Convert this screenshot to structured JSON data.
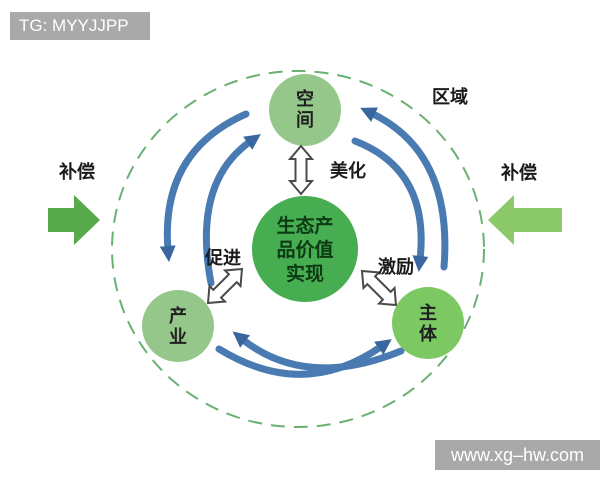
{
  "watermarks": {
    "top_left": "TG: MYYJJPP",
    "bottom_right": "www.xg–hw.com"
  },
  "diagram": {
    "title_center": {
      "label": "生态产品价值实现"
    },
    "nodes": [
      {
        "id": "space",
        "label": "空间"
      },
      {
        "id": "industry",
        "label": "产业"
      },
      {
        "id": "subject",
        "label": "主体"
      }
    ],
    "relation_labels": {
      "beautify": "美化",
      "promote": "促进",
      "incentive": "激励"
    },
    "region_label": "区域",
    "compensation": {
      "left_label": "补偿",
      "right_label": "补偿"
    },
    "colors": {
      "center_circle": "#46ae50",
      "center_text": "#0d3a14",
      "node_space": "#95c78b",
      "node_industry": "#95c78b",
      "node_subject": "#7cc863",
      "flow_arrow_blue": "#4a7ab2",
      "flow_arrowhead_blue": "#39669f",
      "dashed_ring_green": "#69b171",
      "compensation_arrow_left": "#57a94c",
      "compensation_arrow_right": "#8cc96b",
      "double_arrow_outline": "#4a4a4a",
      "watermark_bg": "#a9a9a9",
      "watermark_text": "#ffffff"
    }
  }
}
